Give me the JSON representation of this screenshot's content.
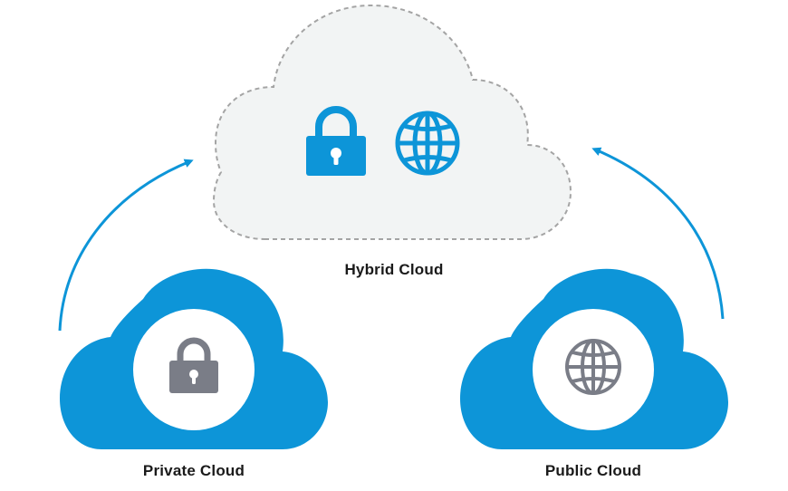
{
  "diagram": {
    "hybrid_cloud": {
      "label": "Hybrid Cloud",
      "icons": [
        "padlock-icon",
        "globe-icon"
      ],
      "style": "dashed-outline"
    },
    "private_cloud": {
      "label": "Private Cloud",
      "icon": "padlock-icon"
    },
    "public_cloud": {
      "label": "Public Cloud",
      "icon": "globe-icon"
    },
    "arrows": [
      {
        "from": "private_cloud",
        "to": "hybrid_cloud"
      },
      {
        "from": "public_cloud",
        "to": "hybrid_cloud"
      }
    ]
  },
  "colors": {
    "accent_blue": "#0d95d8",
    "icon_gray": "#7a7d87",
    "hybrid_fill": "#f2f4f4",
    "dash_gray": "#a4a4a4",
    "label_text": "#1a1a1a"
  }
}
